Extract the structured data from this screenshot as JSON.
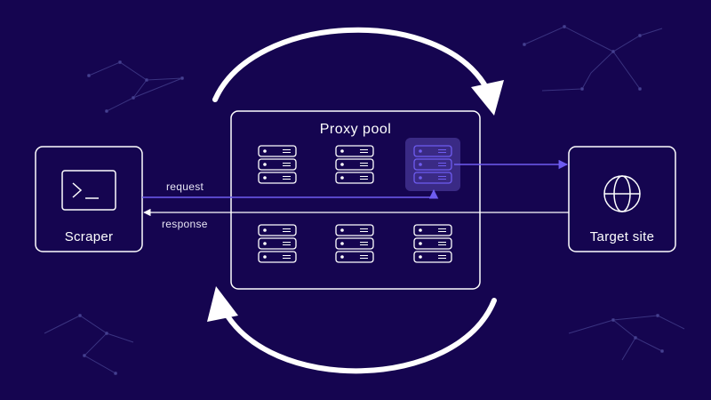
{
  "scraper": {
    "label": "Scraper",
    "icon": "terminal-icon"
  },
  "target": {
    "label": "Target site",
    "icon": "globe-icon"
  },
  "proxy_pool": {
    "title": "Proxy pool",
    "servers": 6,
    "active_server": 3,
    "server_icon": "server-rack-icon"
  },
  "edges": {
    "request_label": "request",
    "response_label": "response"
  },
  "colors": {
    "background": "#150550",
    "foreground": "#ffffff",
    "accent": "#6e5cf0",
    "active_highlight": "#3a2a85",
    "constellation": "#3a3380"
  },
  "rotation_icon": "rotation-arrows-icon"
}
